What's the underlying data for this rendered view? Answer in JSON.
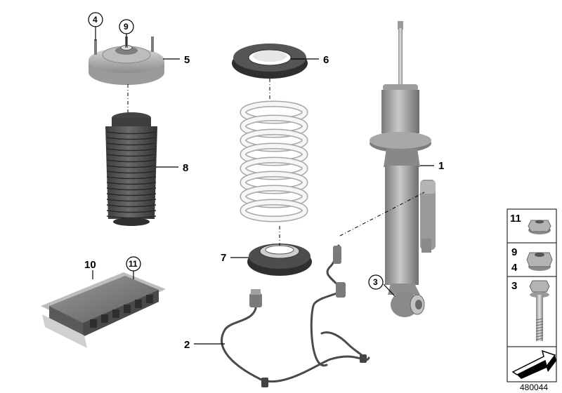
{
  "callouts": {
    "c1": "1",
    "c2": "2",
    "c3": "3",
    "c4": "4",
    "c5": "5",
    "c6": "6",
    "c7": "7",
    "c8": "8",
    "c9": "9",
    "c10": "10",
    "c11": "11"
  },
  "side_panel": {
    "row1": "11",
    "row2a": "9",
    "row2b": "4",
    "row3": "3"
  },
  "diagram_number": "480044",
  "colors": {
    "grey_dark": "#6f6f6f",
    "grey_mid": "#9a9a9a",
    "grey_light": "#cfcfcf",
    "spring": "#f2f2f2"
  }
}
